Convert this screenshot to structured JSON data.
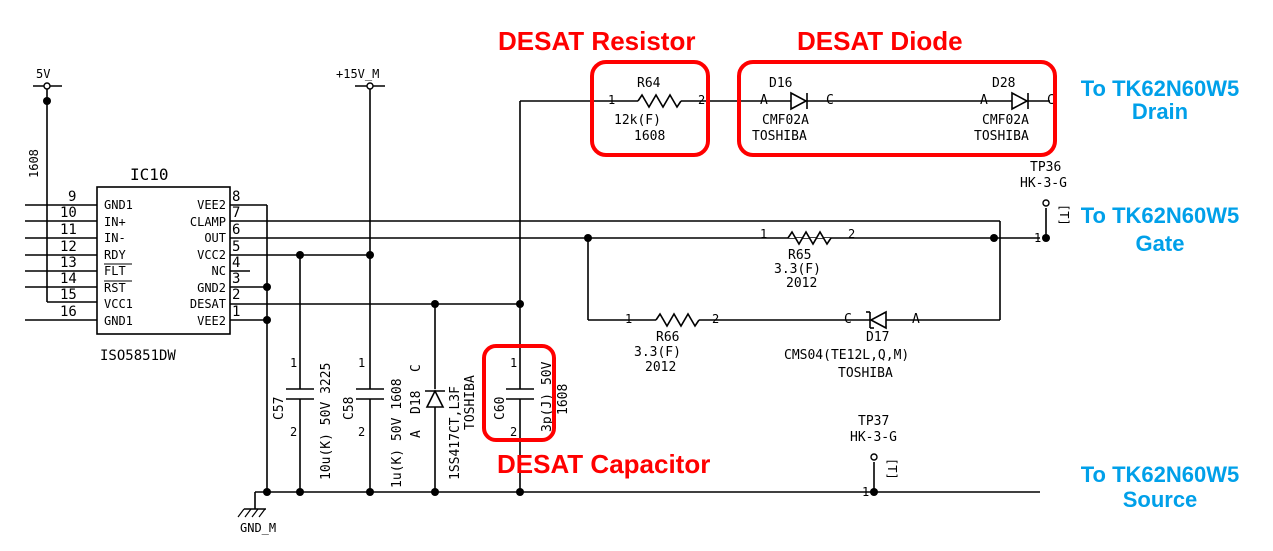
{
  "power": {
    "v5": "5V",
    "v15": "+15V_M",
    "gnd": "GND_M",
    "pkg_1608_left": "1608"
  },
  "ic": {
    "ref": "IC10",
    "part": "ISO5851DW",
    "left_pins": [
      {
        "num": "9",
        "name": "GND1"
      },
      {
        "num": "10",
        "name": "IN+"
      },
      {
        "num": "11",
        "name": "IN-"
      },
      {
        "num": "12",
        "name": "RDY"
      },
      {
        "num": "13",
        "name": "FLT"
      },
      {
        "num": "14",
        "name": "RST"
      },
      {
        "num": "15",
        "name": "VCC1"
      },
      {
        "num": "16",
        "name": "GND1"
      }
    ],
    "right_pins": [
      {
        "num": "8",
        "name": "VEE2"
      },
      {
        "num": "7",
        "name": "CLAMP"
      },
      {
        "num": "6",
        "name": "OUT"
      },
      {
        "num": "5",
        "name": "VCC2"
      },
      {
        "num": "4",
        "name": "NC"
      },
      {
        "num": "3",
        "name": "GND2"
      },
      {
        "num": "2",
        "name": "DESAT"
      },
      {
        "num": "1",
        "name": "VEE2"
      }
    ]
  },
  "components": {
    "r64": {
      "ref": "R64",
      "value": "12k(F)",
      "pkg": "1608",
      "p1": "1",
      "p2": "2"
    },
    "d16": {
      "ref": "D16",
      "part": "CMF02A",
      "maker": "TOSHIBA",
      "a": "A",
      "c": "C"
    },
    "d28": {
      "ref": "D28",
      "part": "CMF02A",
      "maker": "TOSHIBA",
      "a": "A",
      "c": "C"
    },
    "r65": {
      "ref": "R65",
      "value": "3.3(F)",
      "pkg": "2012",
      "p1": "1",
      "p2": "2"
    },
    "r66": {
      "ref": "R66",
      "value": "3.3(F)",
      "pkg": "2012",
      "p1": "1",
      "p2": "2"
    },
    "d17": {
      "ref": "D17",
      "part": "CMS04(TE12L,Q,M)",
      "maker": "TOSHIBA",
      "c": "C",
      "a": "A"
    },
    "c57": {
      "ref": "C57",
      "value": "10u(K) 50V 3225",
      "p1": "1",
      "p2": "2"
    },
    "c58": {
      "ref": "C58",
      "value": "1u(K) 50V 1608",
      "p1": "1",
      "p2": "2"
    },
    "d18": {
      "ref": "D18",
      "part": "1SS417CT,L3F",
      "maker": "TOSHIBA",
      "a": "A",
      "c": "C"
    },
    "c60": {
      "ref": "C60",
      "value": "3p(J) 50V",
      "pkg": "1608",
      "p1": "1",
      "p2": "2"
    },
    "tp36": {
      "ref": "TP36",
      "part": "HK-3-G",
      "pin": "1",
      "tag": "[T]"
    },
    "tp37": {
      "ref": "TP37",
      "part": "HK-3-G",
      "pin": "1",
      "tag": "[T]"
    }
  },
  "annotations": {
    "desat_resistor": "DESAT Resistor",
    "desat_diode": "DESAT Diode",
    "desat_capacitor": "DESAT Capacitor"
  },
  "destinations": {
    "drain_1": "To TK62N60W5",
    "drain_2": "Drain",
    "gate_1": "To TK62N60W5",
    "gate_2": "Gate",
    "source_1": "To TK62N60W5",
    "source_2": "Source"
  },
  "colors": {
    "annotation": "#ff0000",
    "destination": "#00a0e9",
    "wire": "#000000"
  }
}
